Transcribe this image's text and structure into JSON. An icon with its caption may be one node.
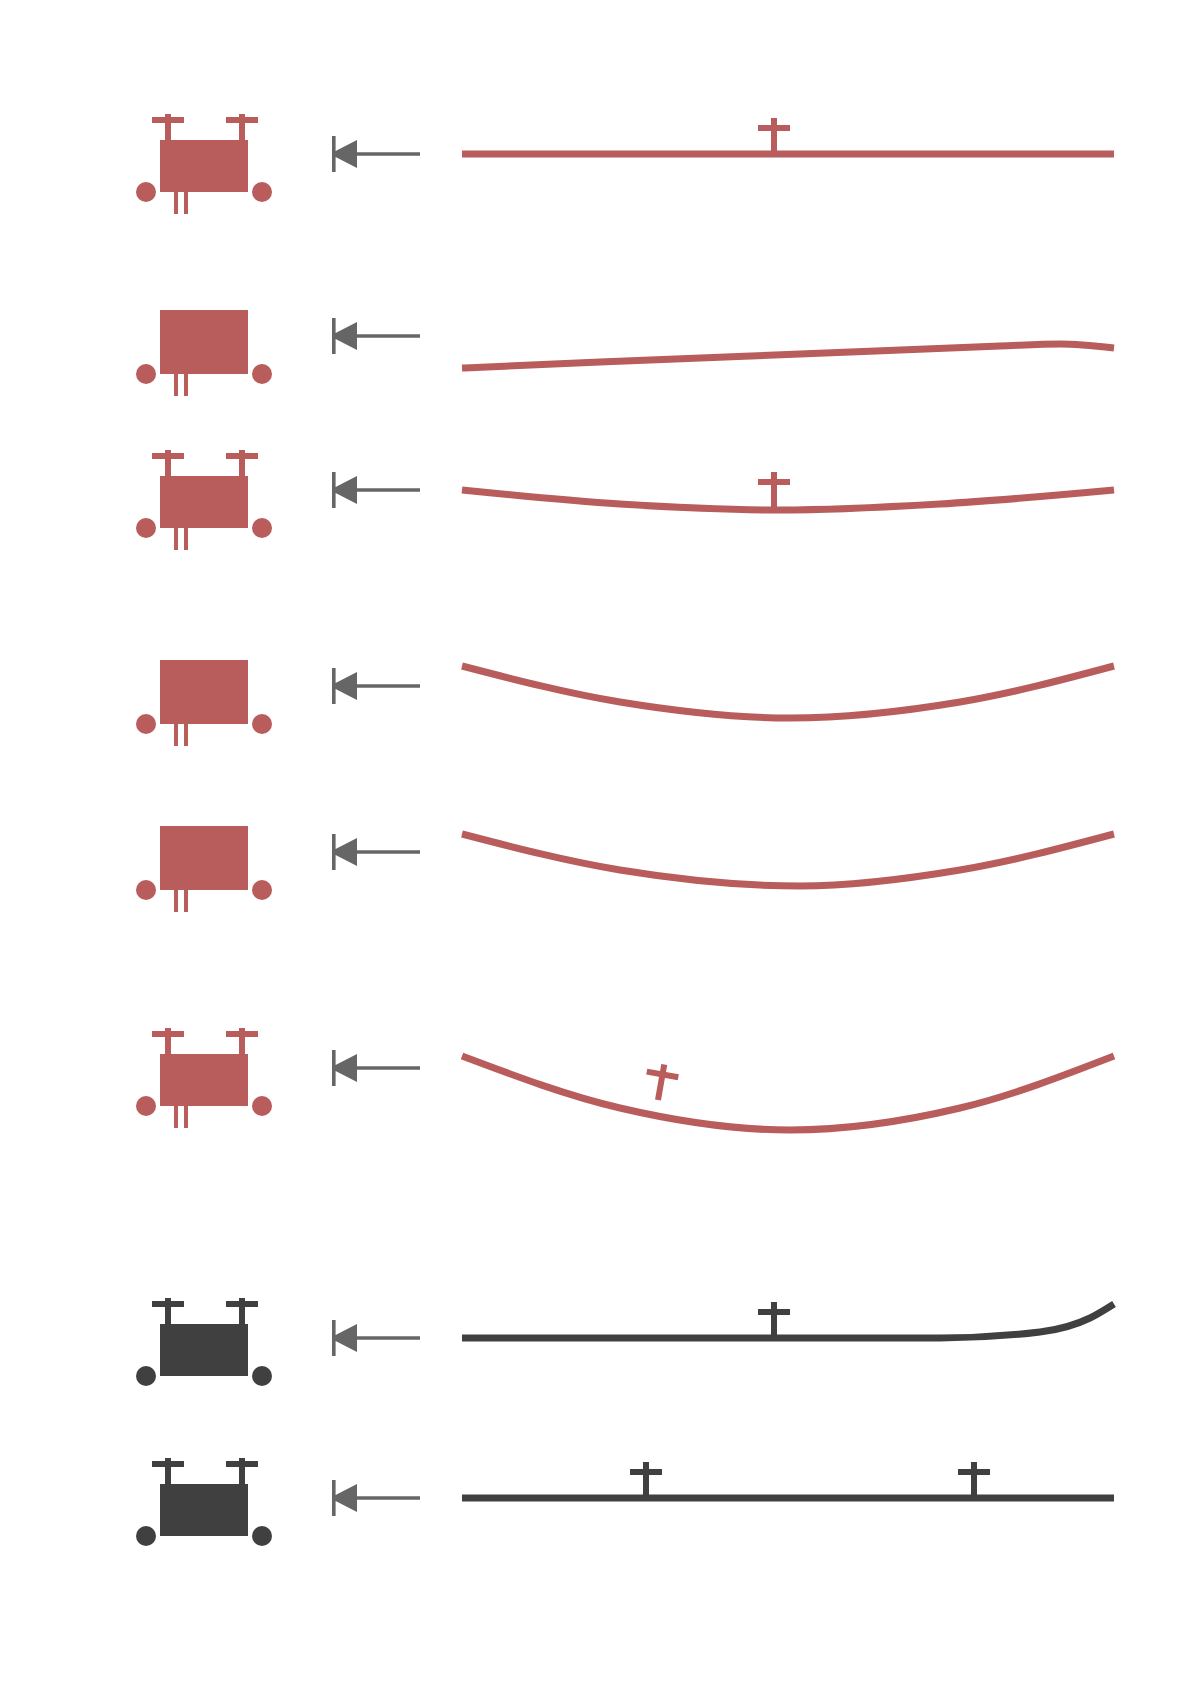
{
  "diagram": {
    "nodes": [
      {
        "text": [],
        "shape": "picture"
      },
      {
        "text": [],
        "shape": "line"
      },
      {
        "text": [],
        "shape": "picture"
      },
      {
        "text": [],
        "shape": "line"
      },
      {
        "text": [],
        "shape": "picture"
      },
      {
        "text": [],
        "shape": "line"
      },
      {
        "text": [],
        "shape": "picture"
      },
      {
        "text": [],
        "shape": "line"
      },
      {
        "text": [],
        "shape": "picture"
      },
      {
        "text": [],
        "shape": "line"
      },
      {
        "text": [],
        "shape": "picture"
      },
      {
        "text": [],
        "shape": "line"
      },
      {
        "text": [],
        "shape": "picture"
      },
      {
        "text": [],
        "shape": "line"
      },
      {
        "text": [],
        "shape": "picture"
      },
      {
        "text": [],
        "shape": "line"
      }
    ],
    "edges": [
      {
        "from": 1,
        "to": 0,
        "arrow": "to"
      },
      {
        "from": 3,
        "to": 2,
        "arrow": "to"
      },
      {
        "from": 5,
        "to": 4,
        "arrow": "to"
      },
      {
        "from": 7,
        "to": 6,
        "arrow": "to"
      },
      {
        "from": 9,
        "to": 8,
        "arrow": "to"
      },
      {
        "from": 11,
        "to": 10,
        "arrow": "to"
      },
      {
        "from": 13,
        "to": 12,
        "arrow": "to"
      },
      {
        "from": 15,
        "to": 14,
        "arrow": "to"
      }
    ]
  }
}
